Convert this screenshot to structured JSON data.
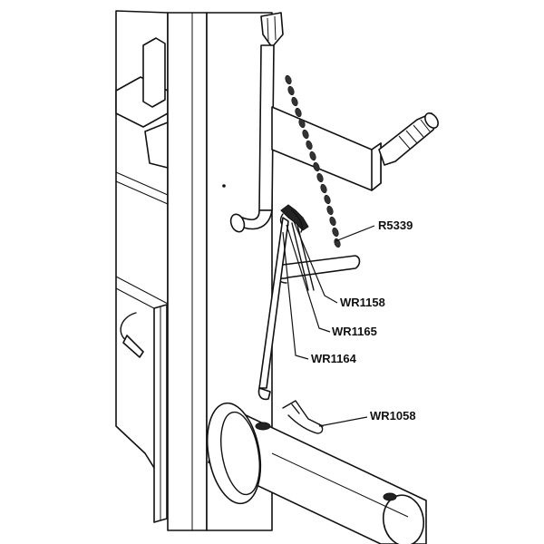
{
  "callouts": [
    {
      "id": "r5339",
      "label": "R5339"
    },
    {
      "id": "wr1158",
      "label": "WR1158"
    },
    {
      "id": "wr1165",
      "label": "WR1165"
    },
    {
      "id": "wr1164",
      "label": "WR1164"
    },
    {
      "id": "wr1058",
      "label": "WR1058"
    }
  ],
  "colors": {
    "line": "#111111",
    "background": "#ffffff"
  }
}
